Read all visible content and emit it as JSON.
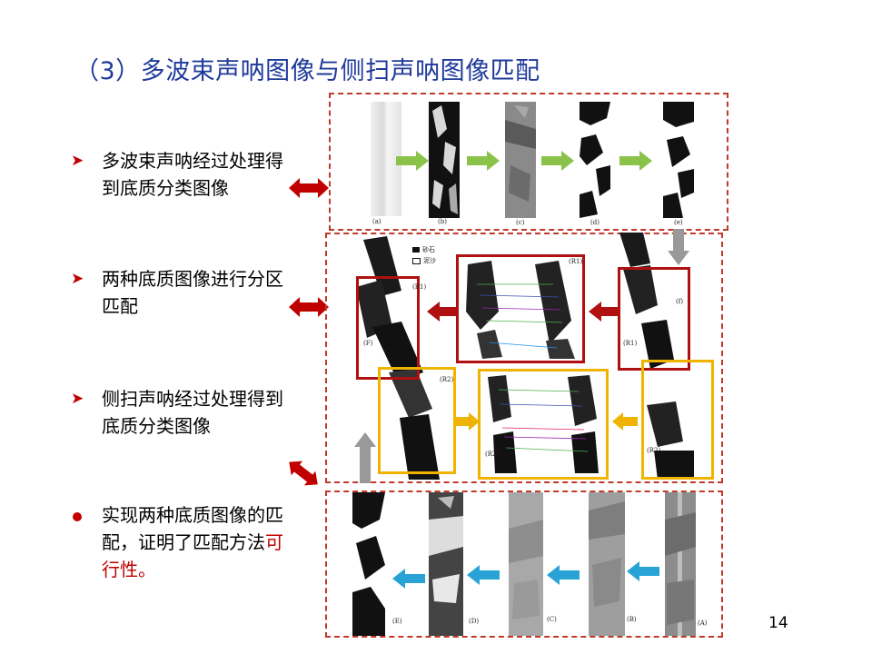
{
  "slide": {
    "title": "（3）多波束声呐图像与侧扫声呐图像匹配",
    "page_number": "14"
  },
  "bullets": [
    {
      "type": "arrow",
      "line1": "多波束声呐经过处理得",
      "line2": "到底质分类图像"
    },
    {
      "type": "arrow",
      "line1": "两种底质图像进行分区",
      "line2": "匹配"
    },
    {
      "type": "arrow",
      "line1": "侧扫声呐经过处理得到",
      "line2": "底质分类图像"
    },
    {
      "type": "dot",
      "line1": "实现两种底质图像的匹",
      "line2_a": "配，证明了匹配方法",
      "line2_b": "可",
      "line3": "行性。"
    }
  ],
  "top_panel": {
    "labels": [
      "(a)",
      "(b)",
      "(c)",
      "(d)",
      "(e)"
    ]
  },
  "middle_panel": {
    "legend": [
      "砂石",
      "泥沙"
    ],
    "labels": {
      "r1_left": "(R1)",
      "r1_center": "(R1)",
      "r1_right": "(R1)",
      "f": "(F)",
      "f_right": "(f)",
      "r2_left": "(R2)",
      "r2_center": "(R2)",
      "r2_right": "(R2)"
    }
  },
  "bottom_panel": {
    "labels": [
      "(E)",
      "(D)",
      "(C)",
      "(B)",
      "(A)"
    ]
  },
  "colors": {
    "title": "#1f3a9a",
    "accent_red": "#c00000",
    "dashed_border": "#c0392b",
    "gold": "#f0b400",
    "green_arrow": "#8bc34a",
    "blue_arrow": "#29a3d6",
    "gray_arrow": "#999999"
  }
}
